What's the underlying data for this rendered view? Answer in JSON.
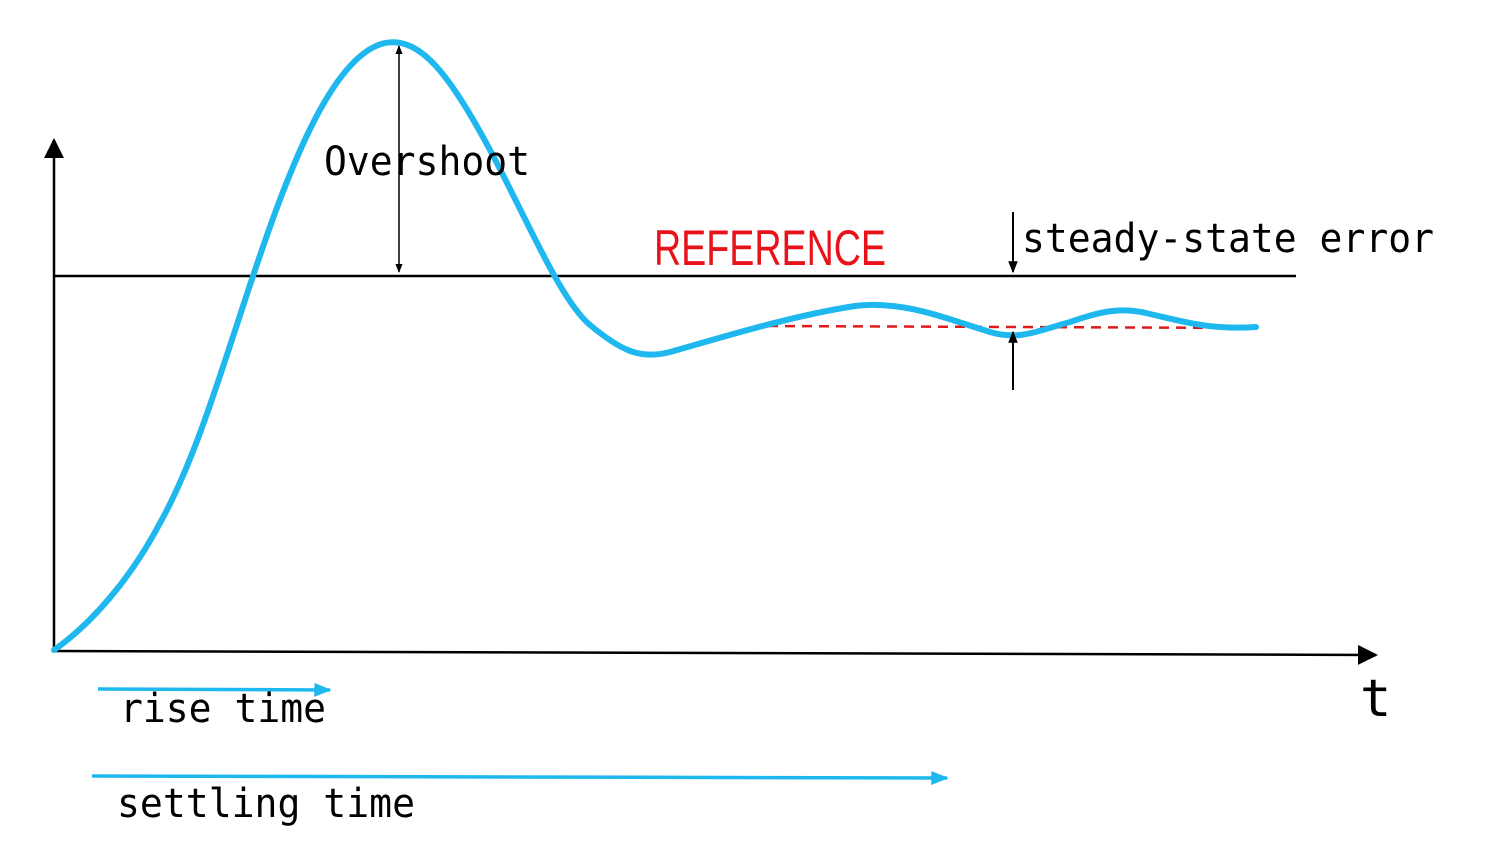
{
  "labels": {
    "overshoot": "Overshoot",
    "reference": "REFERENCE",
    "steady_state_error": "steady-state error",
    "rise_time": "rise time",
    "settling_time": "settling time",
    "t_axis": "t"
  },
  "colors": {
    "response": "#1EB8EE",
    "reference_text": "#E8121A",
    "dashed_final_value": "#E01A1A",
    "axes": "#000000",
    "time_arrows": "#1EB8EE"
  }
}
